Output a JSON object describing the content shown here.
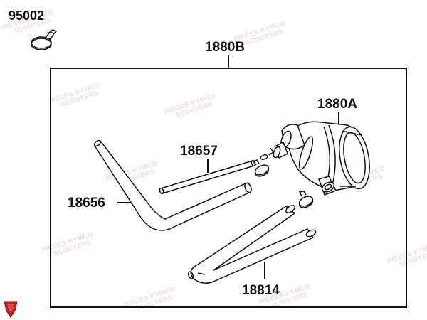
{
  "parts": {
    "clamp_top": "95002",
    "assembly": "1880B",
    "filter": "1880A",
    "pipe_small": "18657",
    "hose_bent": "18656",
    "hose_y": "18814"
  },
  "watermark": {
    "line1": "PIECES KYMCO",
    "line2": "SCOOTERS"
  },
  "colors": {
    "line": "#111111",
    "logo_red": "#c81e1e",
    "watermark": "#e8b8b8"
  }
}
